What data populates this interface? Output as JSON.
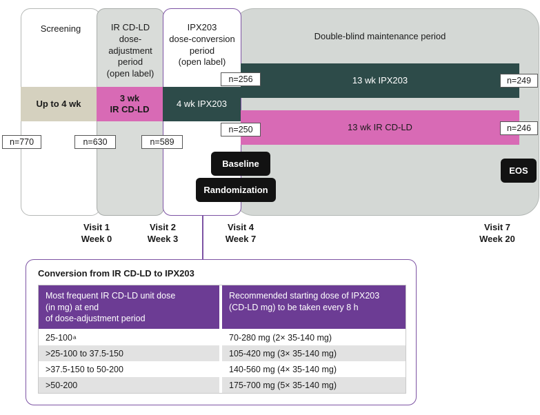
{
  "periods": {
    "screening": {
      "title": "Screening",
      "duration": "Up to 4 wk"
    },
    "dose_adjustment": {
      "title_lines": [
        "IR CD-LD",
        "dose-",
        "adjustment",
        "period",
        "(open label)"
      ],
      "duration_lines": [
        "3 wk",
        "IR CD-LD"
      ]
    },
    "dose_conversion": {
      "title_lines": [
        "IPX203",
        "dose-conversion",
        "period",
        "(open label)"
      ],
      "duration": "4 wk IPX203"
    },
    "maintenance": {
      "title": "Double-blind maintenance period",
      "arm_ipx203": "13 wk IPX203",
      "arm_ir_cd_ld": "13 wk IR CD-LD"
    }
  },
  "counts": {
    "screening": "n=770",
    "visit_1": "n=630",
    "visit_2": "n=589",
    "ipx203_arm_start": "n=256",
    "ipx203_arm_end": "n=249",
    "ir_cd_ld_arm_start": "n=250",
    "ir_cd_ld_arm_end": "n=246"
  },
  "events": {
    "baseline": "Baseline",
    "randomization": "Randomization",
    "eos": "EOS"
  },
  "visits": [
    {
      "visit": "Visit 1",
      "week": "Week 0"
    },
    {
      "visit": "Visit 2",
      "week": "Week 3"
    },
    {
      "visit": "Visit 4",
      "week": "Week 7"
    },
    {
      "visit": "Visit 7",
      "week": "Week 20"
    }
  ],
  "conversion_table": {
    "title": "Conversion from IR CD-LD to IPX203",
    "header_col_1": [
      "Most frequent IR CD-LD unit dose",
      "(in mg) at end",
      "of dose-adjustment period"
    ],
    "header_col_2": [
      "Recommended starting dose of IPX203",
      "(CD-LD mg) to be taken every 8 h"
    ],
    "rows": [
      {
        "ir_cd_ld_dose": "25-100",
        "footnote": "a",
        "ipx203_dose": "70-280 mg (2× 35-140 mg)"
      },
      {
        "ir_cd_ld_dose": ">25-100 to 37.5-150",
        "ipx203_dose": "105-420 mg (3× 35-140 mg)"
      },
      {
        "ir_cd_ld_dose": ">37.5-150 to 50-200",
        "ipx203_dose": "140-560 mg (4× 35-140 mg)"
      },
      {
        "ir_cd_ld_dose": ">50-200",
        "ipx203_dose": "175-700 mg (5× 35-140 mg)"
      }
    ]
  },
  "colors": {
    "purple_header": "#6c3c94",
    "purple_line": "#7c52a3",
    "teal": "#2d4b49",
    "pink": "#d86ab5",
    "tan": "#d5d1bf",
    "gray_maintenance": "#d4d8d5",
    "gray_adjustment": "#d9dcd9",
    "row_gray": "#e2e2e2",
    "event_black": "#121212"
  }
}
